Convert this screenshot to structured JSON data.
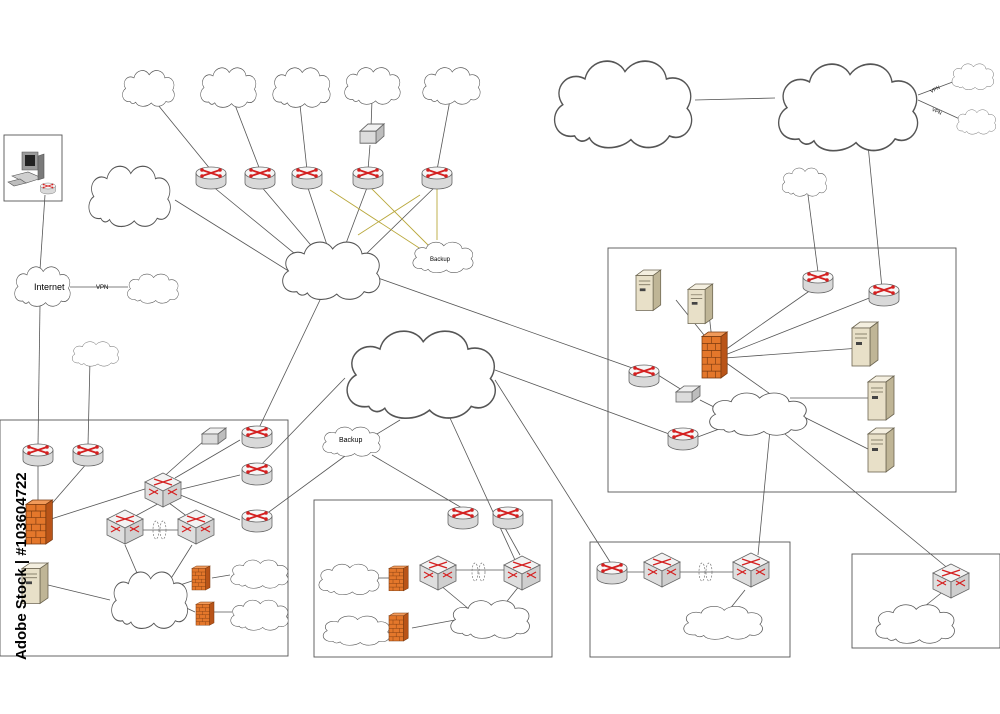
{
  "diagram": {
    "labels": {
      "internet": "Internet",
      "vpn_left": "VPN",
      "vpn_right_1": "VPN",
      "vpn_right_2": "VPN",
      "backup_top": "Backup",
      "backup_mid": "Backup"
    },
    "watermark": "Adobe Stock | #103604722",
    "colors": {
      "arrow": "#d42020",
      "firewall": "#e4772b",
      "server": "#e8e0c8",
      "backup_link": "#b9a83c"
    },
    "icons": [
      "workstation-icon",
      "router-icon",
      "switch-icon",
      "firewall-icon",
      "server-icon",
      "appliance-icon",
      "cloud-icon"
    ]
  }
}
